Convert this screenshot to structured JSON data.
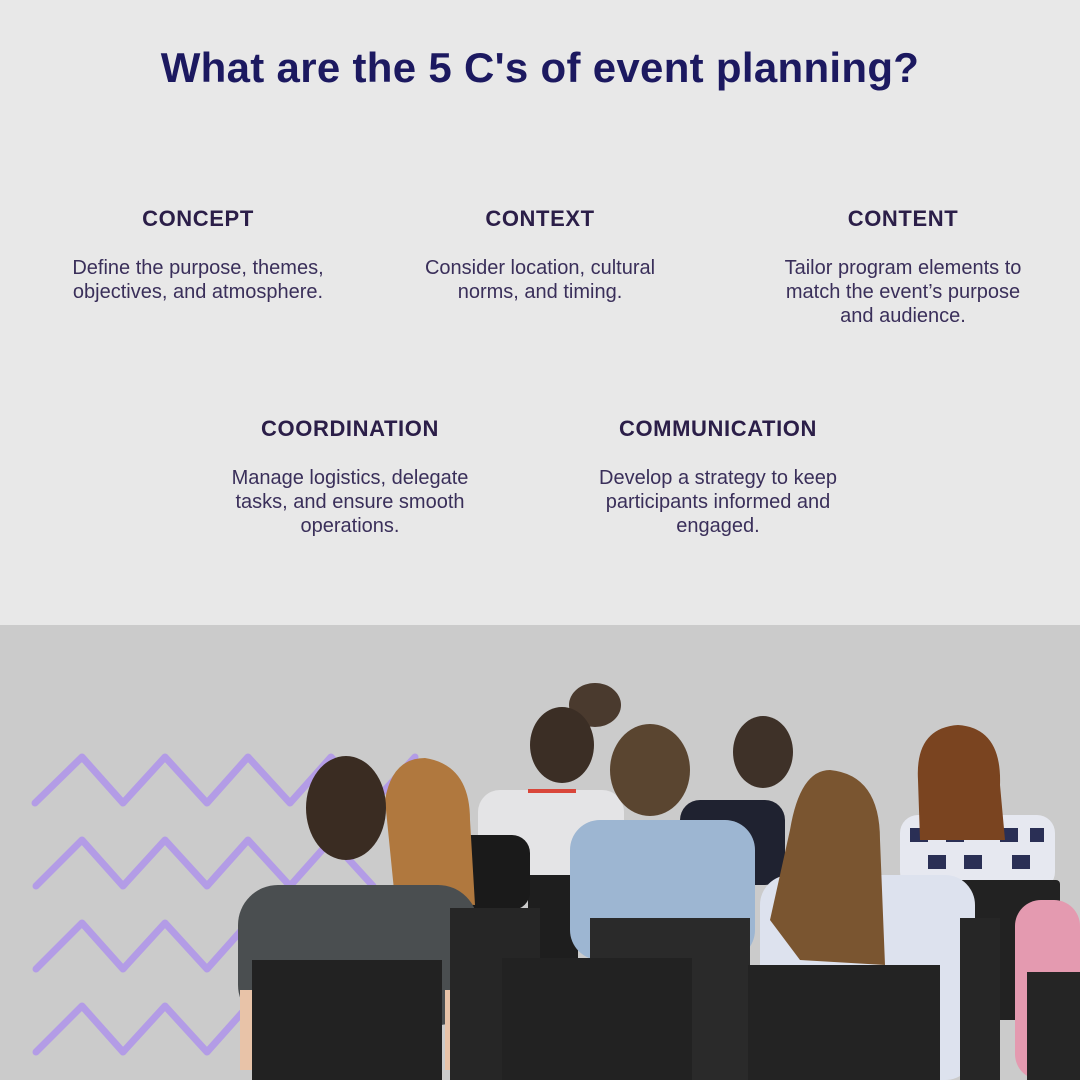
{
  "title": "What are the 5 C's of event planning?",
  "items": [
    {
      "heading": "CONCEPT",
      "text_lines": [
        "Define the purpose, themes,",
        "objectives, and atmosphere."
      ]
    },
    {
      "heading": "CONTEXT",
      "text_lines": [
        "Consider location, cultural",
        "norms, and timing."
      ]
    },
    {
      "heading": "CONTENT",
      "text_lines": [
        "Tailor program elements to",
        "match the event’s purpose",
        "and audience."
      ]
    },
    {
      "heading": "COORDINATION",
      "text_lines": [
        "Manage logistics, delegate",
        "tasks, and ensure smooth",
        "operations."
      ]
    },
    {
      "heading": "COMMUNICATION",
      "text_lines": [
        "Develop a strategy to keep",
        "participants informed and",
        "engaged."
      ]
    }
  ],
  "decoration": {
    "pattern": "zigzag-lines",
    "zigzag_color": "#B39CE6",
    "zigzag_rows": 4
  },
  "photo": {
    "subject": "audience seated in rows of black chairs, viewed from behind"
  },
  "colors": {
    "background_top": "#E8E8E8",
    "background_bottom": "#CBCBCB",
    "title": "#1C1960",
    "heading": "#2B1E48",
    "body_text": "#3A2F5A"
  }
}
